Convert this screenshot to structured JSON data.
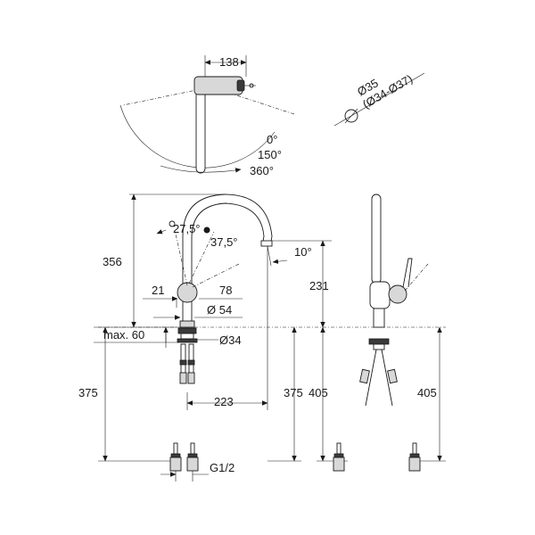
{
  "top_view": {
    "width_label": "138",
    "angle_0": "0°",
    "angle_150": "150°",
    "angle_360": "360°"
  },
  "hole": {
    "diameter_label": "Ø35",
    "range_label": "(Ø34-Ø37)"
  },
  "front_view": {
    "spout_angle_1": "27,5°",
    "spout_angle_2": "37,5°",
    "outlet_angle": "10°",
    "height_356": "356",
    "height_231": "231",
    "dim_21": "21",
    "dim_78": "78",
    "dim_54": "Ø 54",
    "max_60": "max. 60",
    "dim_34": "Ø34",
    "dim_375_left": "375",
    "dim_223": "223",
    "dim_375_right": "375",
    "thread": "G1/2"
  },
  "side_view": {
    "dim_405_left": "405",
    "dim_405_right": "405"
  }
}
